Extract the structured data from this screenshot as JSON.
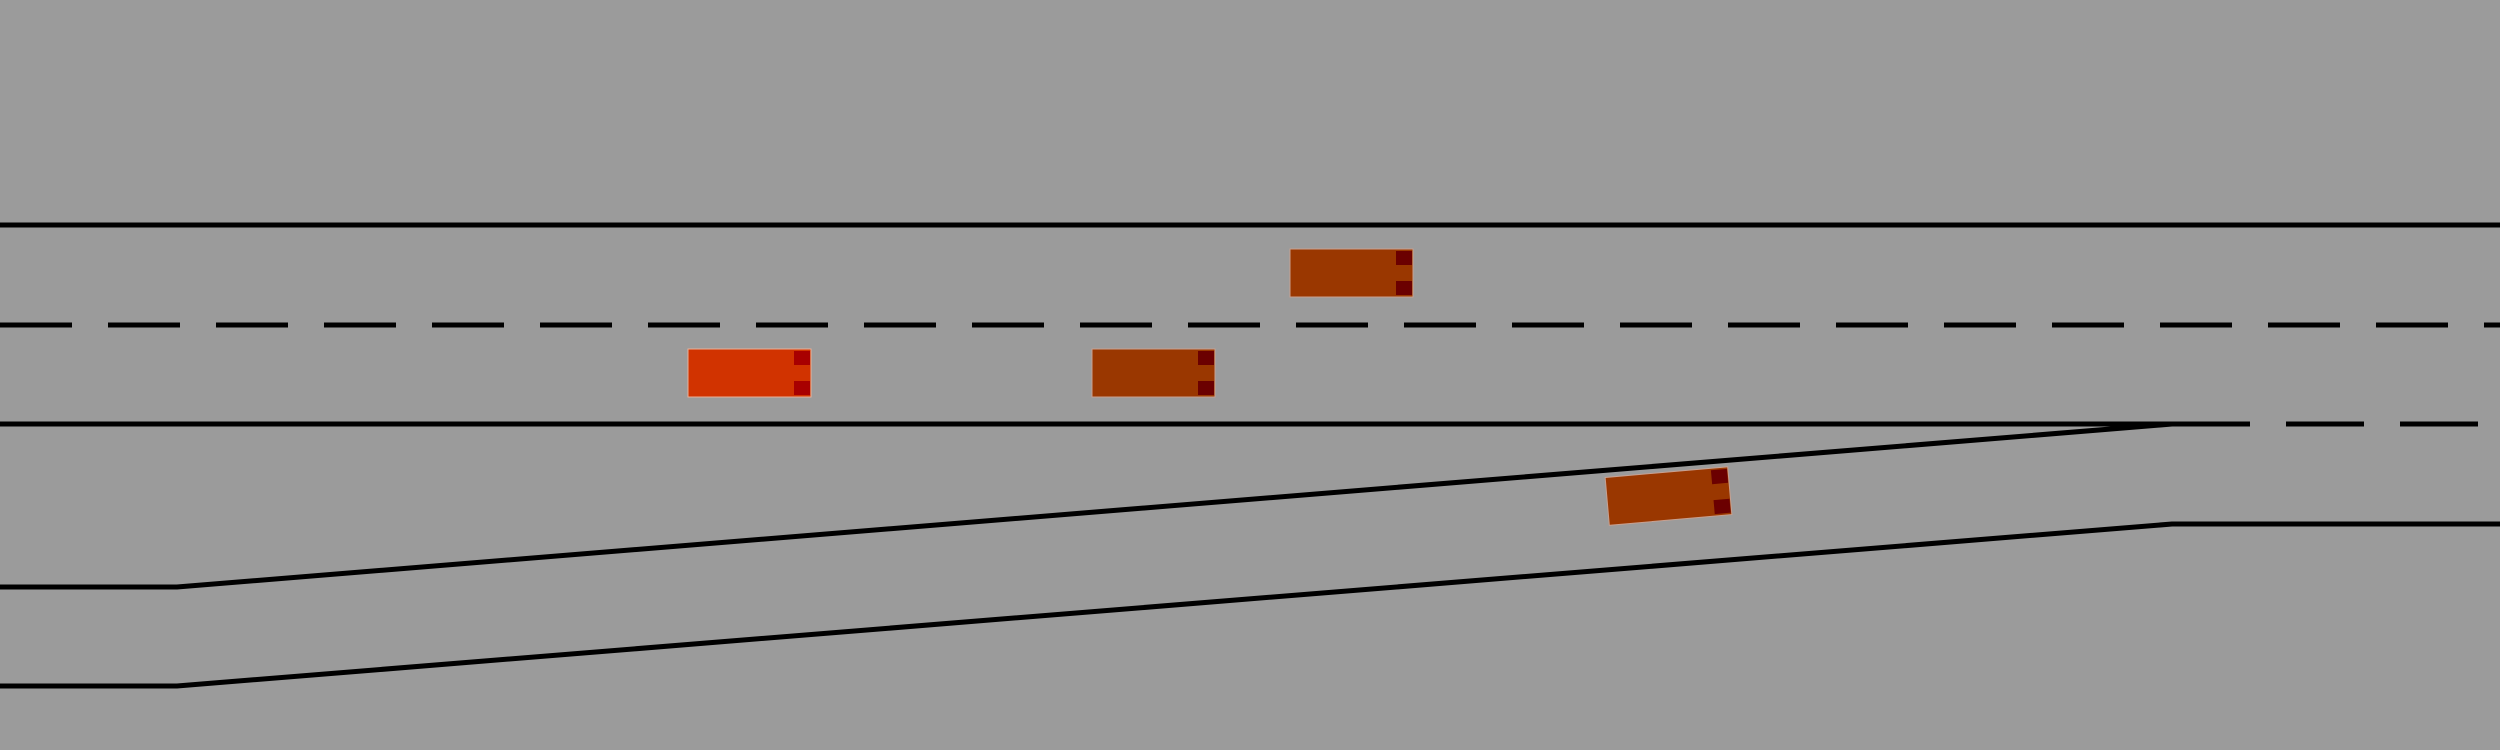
{
  "scene": {
    "background_color": "#9b9b9b",
    "line_color": "#000000",
    "lanes": {
      "main_road_lanes": 2,
      "merge_lane": 1
    }
  },
  "vehicles": [
    {
      "id": "ego-car",
      "role": "ego",
      "lane": "main-right",
      "heading_deg": 0,
      "body_color": "#d13300",
      "light_color": "#a80000"
    },
    {
      "id": "car-2",
      "role": "other",
      "lane": "main-right",
      "heading_deg": 0,
      "body_color": "#9a3700",
      "light_color": "#6b0000"
    },
    {
      "id": "car-3",
      "role": "other",
      "lane": "main-left",
      "heading_deg": 0,
      "body_color": "#9a3700",
      "light_color": "#6b0000"
    },
    {
      "id": "car-4",
      "role": "other",
      "lane": "merge",
      "heading_deg": -5,
      "body_color": "#9a3700",
      "light_color": "#6b0000"
    }
  ]
}
